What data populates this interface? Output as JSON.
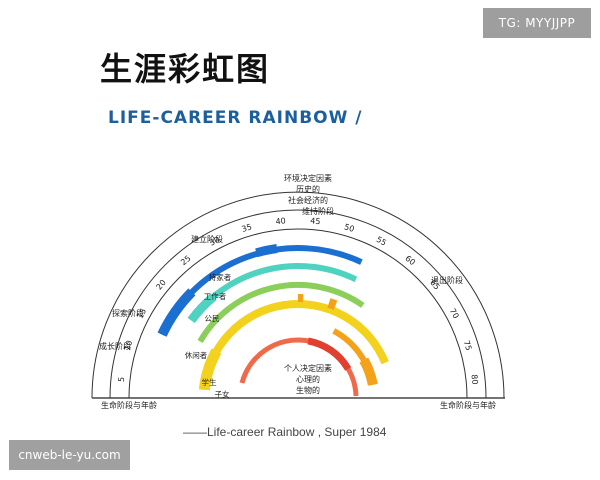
{
  "watermark_top": "TG: MYYJJPP",
  "watermark_bottom": "cnweb-le-yu.com",
  "title_cn": "生涯彩虹图",
  "title_en": "LIFE-CAREER RAINBOW  /",
  "caption": "——Life-career Rainbow , Super  1984",
  "environment_factors": [
    "环境决定因素",
    "历史的",
    "社会经济的"
  ],
  "personal_factors": [
    "个人决定因素",
    "心理的",
    "生物的"
  ],
  "stages": {
    "growth": "成长阶段",
    "exploration": "探索阶段",
    "establishment": "建立阶段",
    "maintenance": "维持阶段",
    "decline": "退出阶段"
  },
  "baseline_left": "生命阶段与年龄",
  "baseline_right": "生命阶段与年龄",
  "roles": [
    "持家者",
    "工作者",
    "公民",
    "休闲者",
    "学生",
    "子女"
  ],
  "ages": [
    "5",
    "10",
    "15",
    "20",
    "25",
    "30",
    "35",
    "40",
    "45",
    "50",
    "55",
    "60",
    "65",
    "70",
    "75",
    "80"
  ],
  "colors": {
    "homemaker": "#1a6fd0",
    "worker": "#4fd2bf",
    "citizen": "#8bcf5a",
    "leisure": "#f2d21c",
    "student": "#f4a21a",
    "child": "#f06a4a",
    "child_dark": "#e0402f"
  }
}
